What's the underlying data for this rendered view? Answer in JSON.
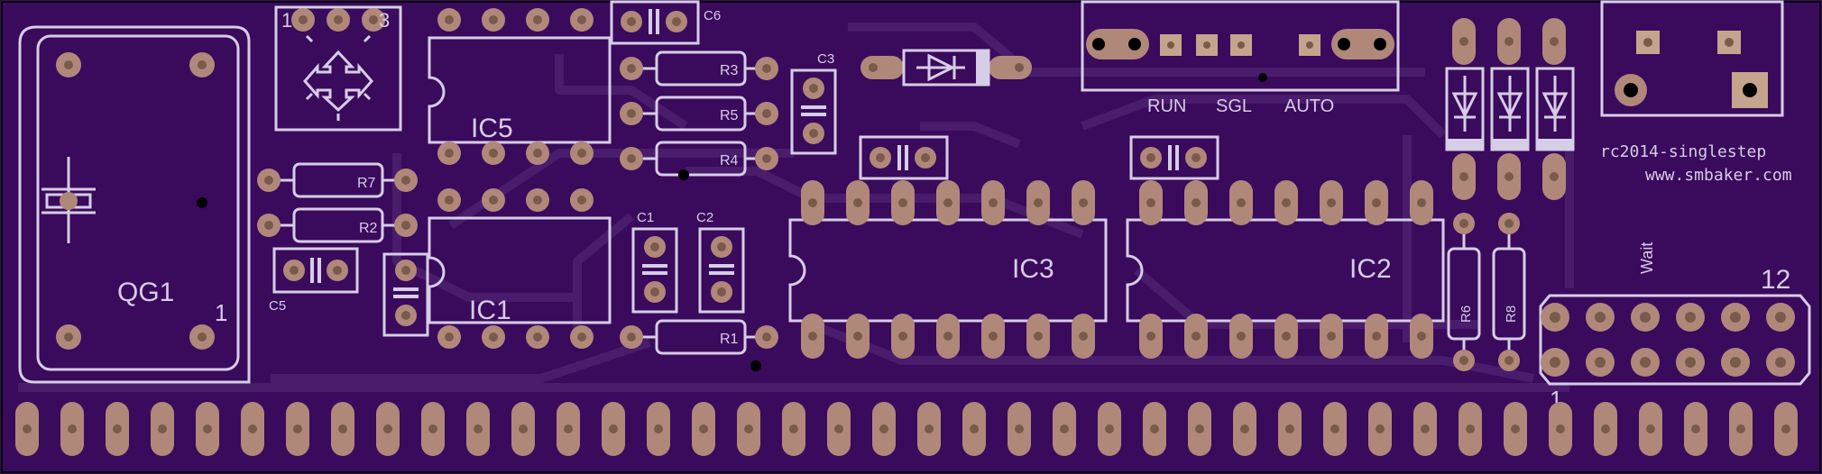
{
  "board": {
    "title_text": "rc2014-singlestep",
    "url_text": "www.smbaker.com",
    "colors": {
      "substrate": "#3a0a5c",
      "trace": "#4a1c6c",
      "silkscreen": "#d6cde6",
      "copper_pad": "#b0887a",
      "hole": "#7a5a4a",
      "pin_square": "#c4a48c"
    }
  },
  "labels": {
    "qg1": "QG1",
    "qg1_pin1": "1",
    "pot_pin1": "1",
    "pot_pin3": "3",
    "ic5": "IC5",
    "ic1": "IC1",
    "ic3": "IC3",
    "ic2": "IC2",
    "r1": "R1",
    "r2": "R2",
    "r3": "R3",
    "r4": "R4",
    "r5": "R5",
    "r6": "R6",
    "r7": "R7",
    "r8": "R8",
    "c1": "C1",
    "c2": "C2",
    "c3": "C3",
    "c5": "C5",
    "c6": "C6",
    "switch_run": "RUN",
    "switch_sgl": "SGL",
    "switch_auto": "AUTO",
    "header_wait": "Wait",
    "header_pin12": "12",
    "header_pin1": "1"
  }
}
